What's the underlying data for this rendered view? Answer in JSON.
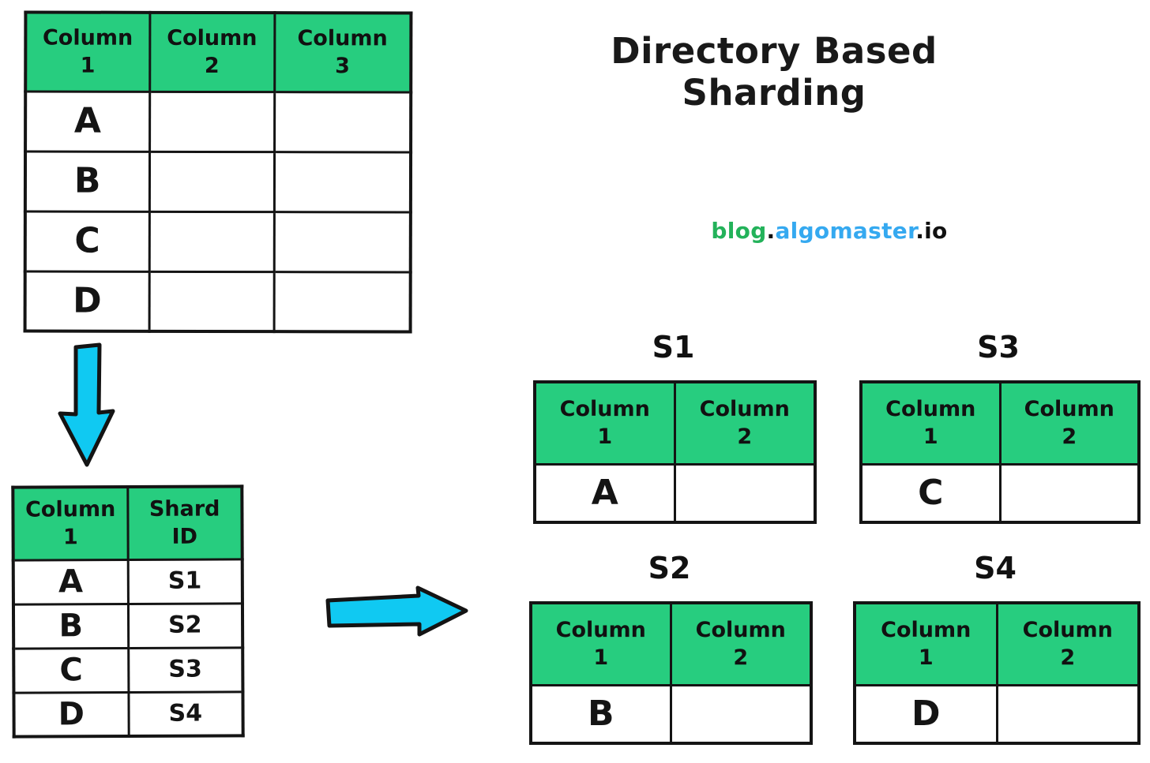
{
  "title": "Directory Based Sharding",
  "watermark": {
    "blog": "blog",
    "dot1": ".",
    "algomaster": "algomaster",
    "dot2": ".",
    "io": "io"
  },
  "colors": {
    "header_green": "#27cd7f",
    "arrow_cyan": "#10c9f2",
    "ink": "#141414",
    "logo_green": "#23b25a",
    "logo_blue": "#35a9f0"
  },
  "main_table": {
    "headers": [
      [
        "Column",
        "1"
      ],
      [
        "Column",
        "2"
      ],
      [
        "Column",
        "3"
      ]
    ],
    "rows": [
      [
        "A",
        "",
        ""
      ],
      [
        "B",
        "",
        ""
      ],
      [
        "C",
        "",
        ""
      ],
      [
        "D",
        "",
        ""
      ]
    ]
  },
  "directory_table": {
    "headers": [
      [
        "Column",
        "1"
      ],
      [
        "Shard",
        "ID"
      ]
    ],
    "rows": [
      [
        "A",
        "S1"
      ],
      [
        "B",
        "S2"
      ],
      [
        "C",
        "S3"
      ],
      [
        "D",
        "S4"
      ]
    ]
  },
  "shards": [
    {
      "label": "S1",
      "headers": [
        [
          "Column",
          "1"
        ],
        [
          "Column",
          "2"
        ]
      ],
      "rows": [
        [
          "A",
          ""
        ]
      ]
    },
    {
      "label": "S2",
      "headers": [
        [
          "Column",
          "1"
        ],
        [
          "Column",
          "2"
        ]
      ],
      "rows": [
        [
          "B",
          ""
        ]
      ]
    },
    {
      "label": "S3",
      "headers": [
        [
          "Column",
          "1"
        ],
        [
          "Column",
          "2"
        ]
      ],
      "rows": [
        [
          "C",
          ""
        ]
      ]
    },
    {
      "label": "S4",
      "headers": [
        [
          "Column",
          "1"
        ],
        [
          "Column",
          "2"
        ]
      ],
      "rows": [
        [
          "D",
          ""
        ]
      ]
    }
  ],
  "arrows": [
    {
      "name": "down-arrow",
      "direction": "down"
    },
    {
      "name": "right-arrow",
      "direction": "right"
    }
  ]
}
